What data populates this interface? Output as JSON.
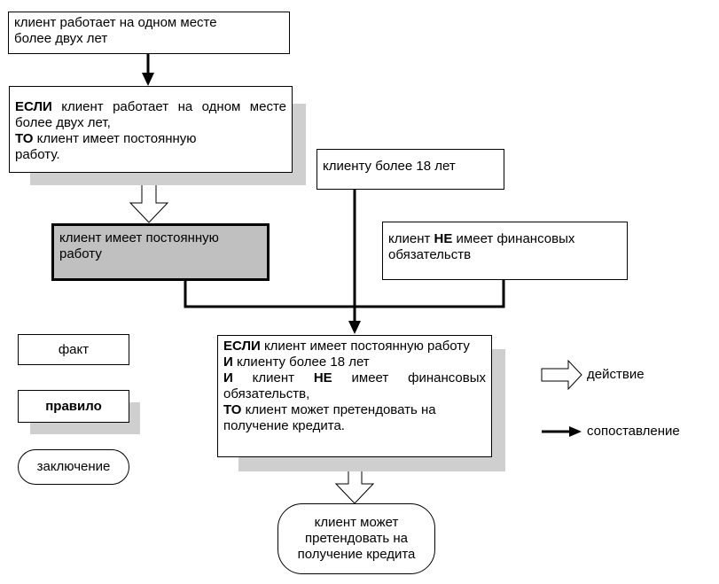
{
  "fact_top": {
    "line1": "клиент работает на одном месте",
    "line2": "более двух лет"
  },
  "rule1": {
    "if_kw": "ЕСЛИ",
    "if_text": "клиент работает на одном месте более двух лет,",
    "then_kw": "ТО",
    "then_text": "клиент имеет постоянную работу."
  },
  "derived_fact": {
    "text": "клиент имеет постоянную работу"
  },
  "fact_age": {
    "text": "клиенту более 18 лет"
  },
  "fact_obligations": {
    "pre": "клиент",
    "kw": "НЕ",
    "post": "имеет финансовых обязательств"
  },
  "rule2": {
    "if_kw": "ЕСЛИ",
    "if_text": "клиент имеет постоянную работу",
    "and_kw": "И",
    "and1_text": "клиенту более 18 лет",
    "and2_pre": "клиент",
    "and2_kw": "НЕ",
    "and2_post": "имеет финансовых обязательств,",
    "then_kw": "ТО",
    "then_text": "клиент может претендовать на получение кредита."
  },
  "conclusion": {
    "line1": "клиент может",
    "line2": "претендовать на",
    "line3": "получение кредита"
  },
  "legend": {
    "fact": "факт",
    "rule": "правило",
    "conclusion": "заключение",
    "action": "действие",
    "matching": "сопоставление"
  }
}
